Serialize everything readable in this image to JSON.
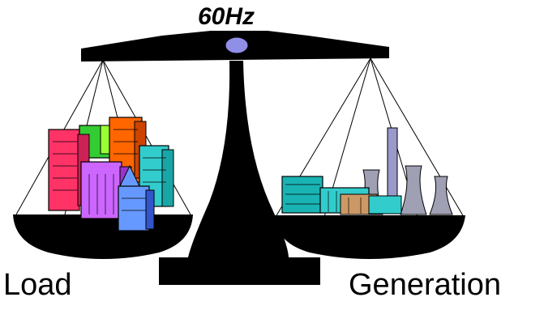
{
  "diagram": {
    "frequency_label": "60Hz",
    "left_pan_label": "Load",
    "right_pan_label": "Generation"
  },
  "colors": {
    "scale": "#000000",
    "pivot": "#8f8fe8",
    "background": "#ffffff"
  },
  "icons": {
    "left_pan": "city-buildings-icon",
    "right_pan": "power-plant-icon"
  }
}
